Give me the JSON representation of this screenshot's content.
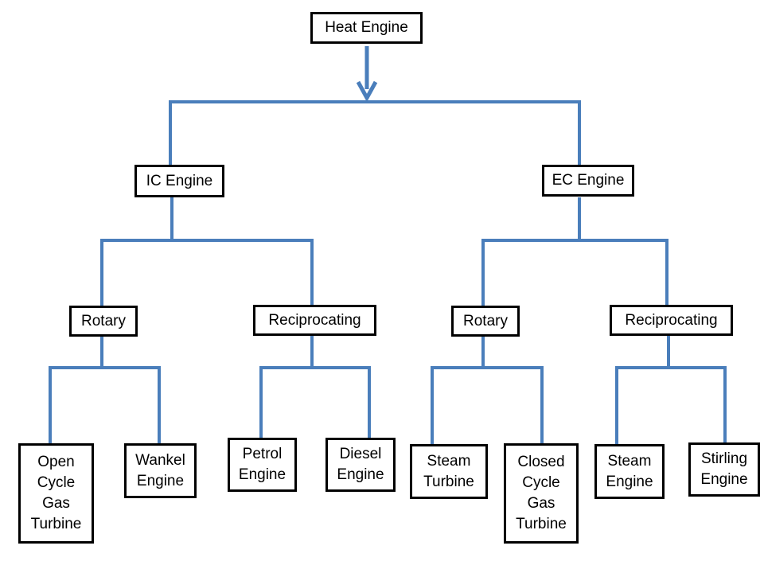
{
  "colors": {
    "connector": "#4a7ebb",
    "box_border": "#000000",
    "box_bg": "#ffffff",
    "text": "#000000"
  },
  "nodes": {
    "heat_engine": {
      "label": "Heat Engine"
    },
    "ic_engine": {
      "label": "IC Engine"
    },
    "ec_engine": {
      "label": "EC Engine"
    },
    "ic_rotary": {
      "label": "Rotary"
    },
    "ic_reciprocating": {
      "label": "Reciprocating"
    },
    "ec_rotary": {
      "label": "Rotary"
    },
    "ec_reciprocating": {
      "label": "Reciprocating"
    },
    "open_cycle_gas_turbine": {
      "label": "Open\nCycle\nGas\nTurbine"
    },
    "wankel_engine": {
      "label": "Wankel\nEngine"
    },
    "petrol_engine": {
      "label": "Petrol\nEngine"
    },
    "diesel_engine": {
      "label": "Diesel\nEngine"
    },
    "steam_turbine": {
      "label": "Steam\nTurbine"
    },
    "closed_cycle_gas_turbine": {
      "label": "Closed\nCycle\nGas\nTurbine"
    },
    "steam_engine": {
      "label": "Steam\nEngine"
    },
    "stirling_engine": {
      "label": "Stirling\nEngine"
    }
  },
  "edges": [
    {
      "from": "heat_engine",
      "to": "ic_engine",
      "style": "arrowed-split"
    },
    {
      "from": "heat_engine",
      "to": "ec_engine",
      "style": "arrowed-split"
    },
    {
      "from": "ic_engine",
      "to": "ic_rotary",
      "style": "elbow"
    },
    {
      "from": "ic_engine",
      "to": "ic_reciprocating",
      "style": "elbow"
    },
    {
      "from": "ec_engine",
      "to": "ec_rotary",
      "style": "elbow"
    },
    {
      "from": "ec_engine",
      "to": "ec_reciprocating",
      "style": "elbow"
    },
    {
      "from": "ic_rotary",
      "to": "open_cycle_gas_turbine",
      "style": "elbow"
    },
    {
      "from": "ic_rotary",
      "to": "wankel_engine",
      "style": "elbow"
    },
    {
      "from": "ic_reciprocating",
      "to": "petrol_engine",
      "style": "elbow"
    },
    {
      "from": "ic_reciprocating",
      "to": "diesel_engine",
      "style": "elbow"
    },
    {
      "from": "ec_rotary",
      "to": "steam_turbine",
      "style": "elbow"
    },
    {
      "from": "ec_rotary",
      "to": "closed_cycle_gas_turbine",
      "style": "elbow"
    },
    {
      "from": "ec_reciprocating",
      "to": "steam_engine",
      "style": "elbow"
    },
    {
      "from": "ec_reciprocating",
      "to": "stirling_engine",
      "style": "elbow"
    }
  ]
}
